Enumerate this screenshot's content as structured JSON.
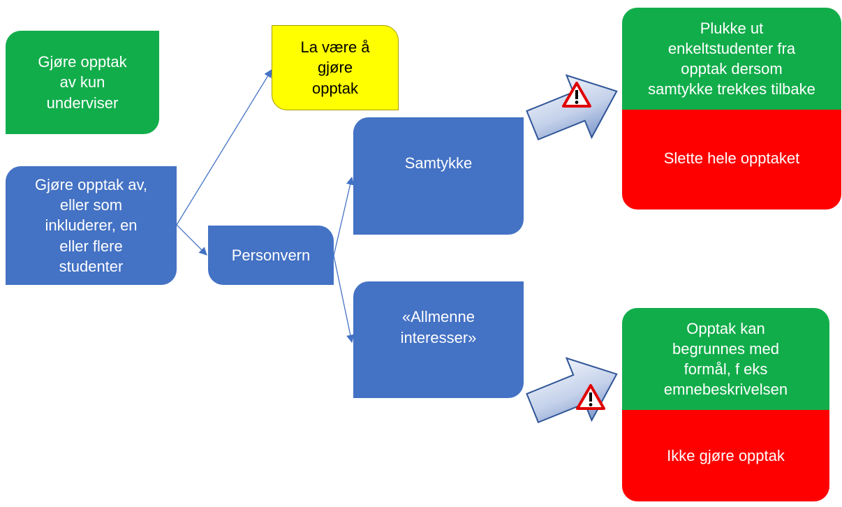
{
  "colors": {
    "green": "#12ad4b",
    "blue": "#4472c4",
    "yellow": "#ffff00",
    "red": "#ff0000",
    "connector": "#4472c4"
  },
  "nodes": {
    "lecturer_only": {
      "lines": [
        "Gjøre opptak",
        "av kun",
        "underviser"
      ]
    },
    "with_students": {
      "lines": [
        "Gjøre opptak av,",
        "eller som",
        "inkluderer, en",
        "eller flere",
        "studenter"
      ]
    },
    "no_recording": {
      "lines": [
        "La være å",
        "gjøre",
        "opptak"
      ]
    },
    "privacy": {
      "lines": [
        "Personvern"
      ]
    },
    "consent": {
      "lines": [
        "Samtykke"
      ]
    },
    "public_interest": {
      "lines": [
        "«Allmenne",
        "interesser»"
      ]
    },
    "pick_students": {
      "lines": [
        "Plukke ut",
        "enkeltstudenter fra",
        "opptak dersom",
        "samtykke trekkes tilbake"
      ]
    },
    "delete_recording": {
      "lines": [
        "Slette hele opptaket"
      ]
    },
    "justify_recording": {
      "lines": [
        "Opptak kan",
        "begrunnes med",
        "formål, f eks",
        "emnebeskrivelsen"
      ]
    },
    "dont_record": {
      "lines": [
        "Ikke gjøre opptak"
      ]
    }
  },
  "icons": [
    "warning-icon",
    "block-arrow-icon"
  ]
}
